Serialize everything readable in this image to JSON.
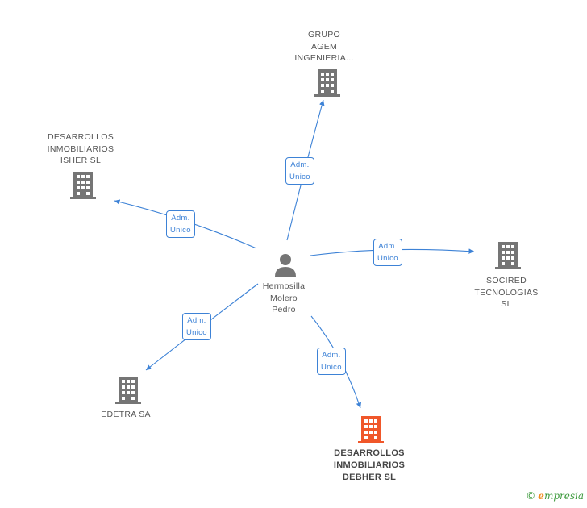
{
  "center": {
    "label": "Hermosilla\nMolero\nPedro",
    "icon": "person-icon"
  },
  "nodes": [
    {
      "id": "grupo",
      "label": "GRUPO\nAGEM\nINGENIERIA...",
      "icon": "building-icon",
      "color": "#757575"
    },
    {
      "id": "isher",
      "label": "DESARROLLOS\nINMOBILIARIOS\nISHER SL",
      "icon": "building-icon",
      "color": "#757575"
    },
    {
      "id": "socired",
      "label": "SOCIRED\nTECNOLOGIAS\nSL",
      "icon": "building-icon",
      "color": "#757575"
    },
    {
      "id": "edetra",
      "label": "EDETRA SA",
      "icon": "building-icon",
      "color": "#757575"
    },
    {
      "id": "debher",
      "label": "DESARROLLOS\nINMOBILIARIOS\nDEBHER SL",
      "icon": "building-icon",
      "color": "#f0572a",
      "highlight": true
    }
  ],
  "roles": [
    {
      "id": "role-grupo",
      "label": "Adm.\nUnico"
    },
    {
      "id": "role-isher",
      "label": "Adm.\nUnico"
    },
    {
      "id": "role-socired",
      "label": "Adm.\nUnico"
    },
    {
      "id": "role-edetra",
      "label": "Adm.\nUnico"
    },
    {
      "id": "role-debher",
      "label": "Adm.\nUnico"
    }
  ],
  "colors": {
    "edge": "#3d82d6",
    "building": "#757575",
    "highlight": "#f0572a",
    "person": "#757575"
  },
  "brand": {
    "copyright": "©",
    "first_letter": "e",
    "rest": "mpresia"
  }
}
